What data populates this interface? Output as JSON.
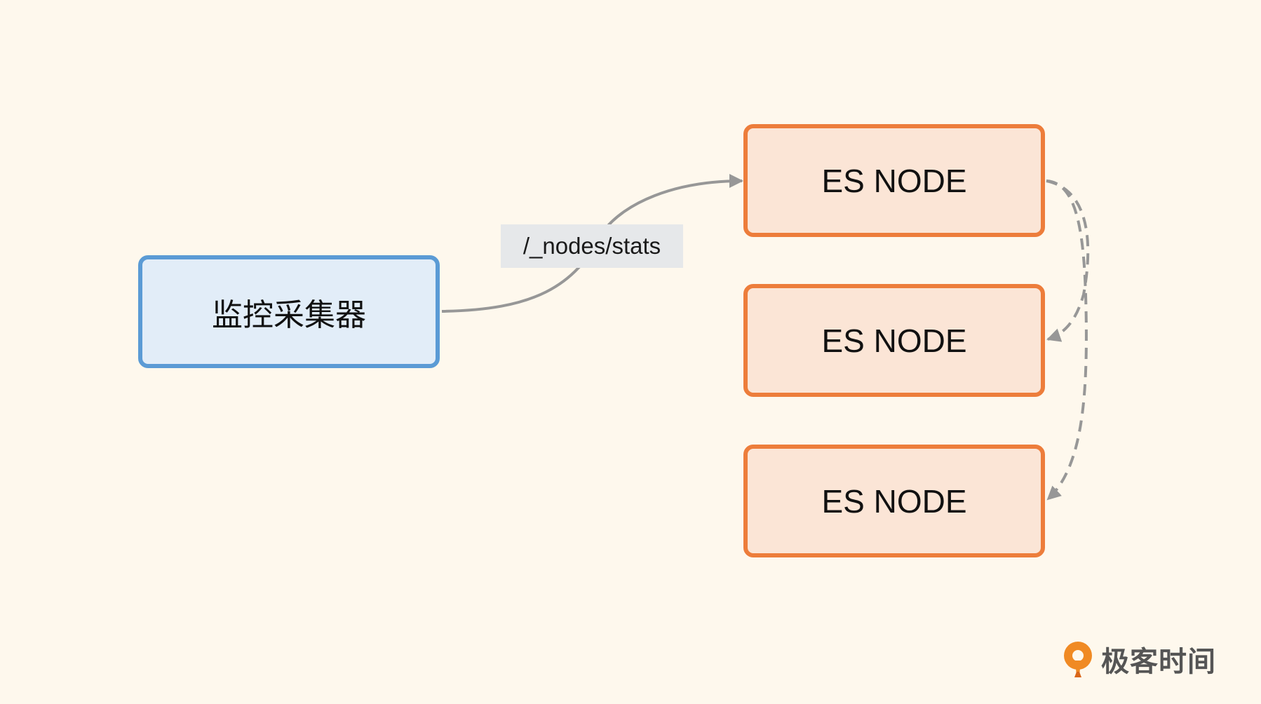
{
  "diagram": {
    "collector": {
      "label": "监控采集器"
    },
    "request": {
      "label": "/_nodes/stats"
    },
    "nodes": [
      {
        "label": "ES NODE"
      },
      {
        "label": "ES NODE"
      },
      {
        "label": "ES NODE"
      }
    ]
  },
  "brand": {
    "name": "极客时间",
    "icon": "geektime-logo-icon"
  },
  "colors": {
    "background": "#fef8ed",
    "collector_border": "#5b9bd5",
    "collector_fill": "#e2edf8",
    "node_border": "#ed7d3b",
    "node_fill": "#fbe5d6",
    "arrow": "#979797",
    "label_fill": "#e6e8ea",
    "brand_orange": "#f08a24"
  }
}
